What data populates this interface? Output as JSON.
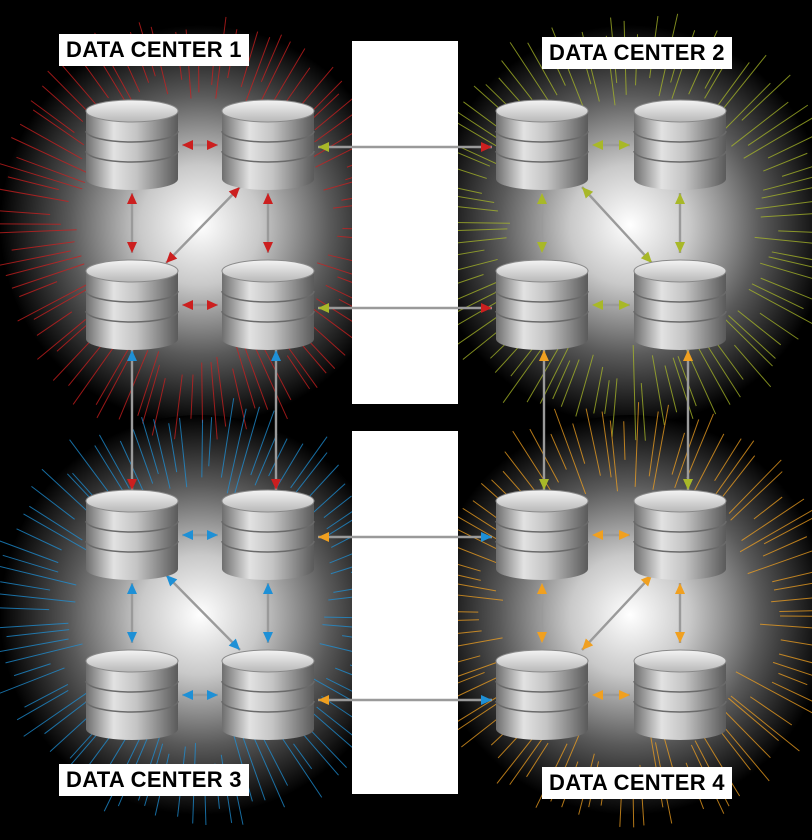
{
  "data_centers": [
    {
      "id": "dc1",
      "label": "DATA CENTER 1",
      "color": "#cc1f1f"
    },
    {
      "id": "dc2",
      "label": "DATA CENTER 2",
      "color": "#a8b828"
    },
    {
      "id": "dc3",
      "label": "DATA CENTER 3",
      "color": "#1e90d6"
    },
    {
      "id": "dc4",
      "label": "DATA CENTER 4",
      "color": "#f0a020"
    }
  ],
  "link_color": "#9a9a9a",
  "icons": {
    "server": "database-stack-icon"
  }
}
